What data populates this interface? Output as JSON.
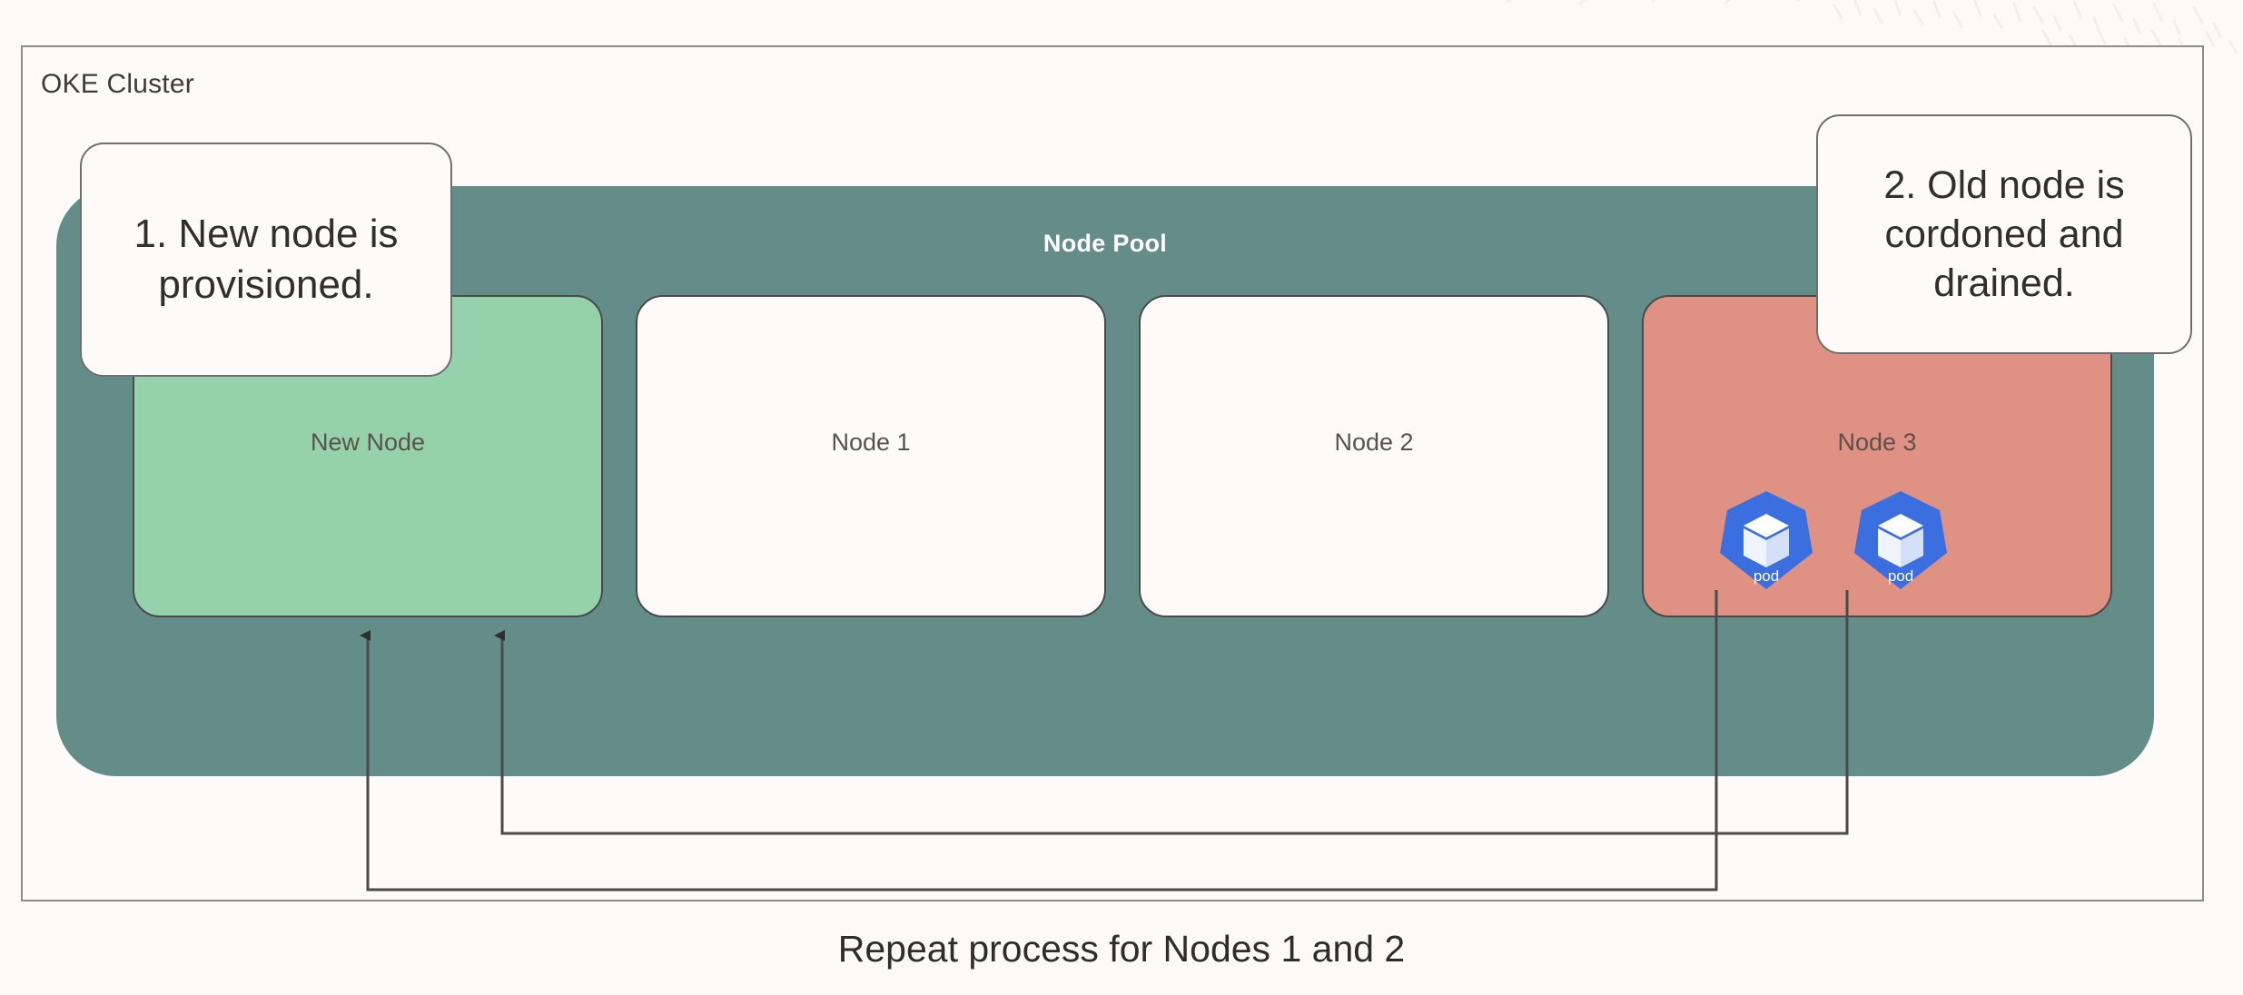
{
  "cluster": {
    "title": "OKE Cluster",
    "frame_border_color": "#8d8d8d",
    "background": "#fcfbf9"
  },
  "node_pool": {
    "label": "Node Pool",
    "color": "#648c89",
    "label_color": "#ffffff"
  },
  "nodes": [
    {
      "label": "New Node",
      "state": "new",
      "color": "#95d2ac",
      "pods": []
    },
    {
      "label": "Node 1",
      "state": "active",
      "color": "#fcfbf9",
      "pods": []
    },
    {
      "label": "Node 2",
      "state": "active",
      "color": "#fcfbf9",
      "pods": []
    },
    {
      "label": "Node 3",
      "state": "cordoned",
      "color": "#df9183",
      "pods": [
        {
          "label": "pod"
        },
        {
          "label": "pod"
        }
      ]
    }
  ],
  "pod": {
    "label": "pod",
    "color": "#3b6fe0",
    "icon": "kubernetes-pod-icon"
  },
  "callouts": [
    {
      "id": "step-1",
      "text": "1. New node is provisioned."
    },
    {
      "id": "step-2",
      "text": "2. Old node is cordoned and drained."
    }
  ],
  "caption": "Repeat process for Nodes 1 and 2",
  "connector": {
    "color": "#4a4a4a",
    "description": "Pods migrate from Node 3 to New Node"
  }
}
